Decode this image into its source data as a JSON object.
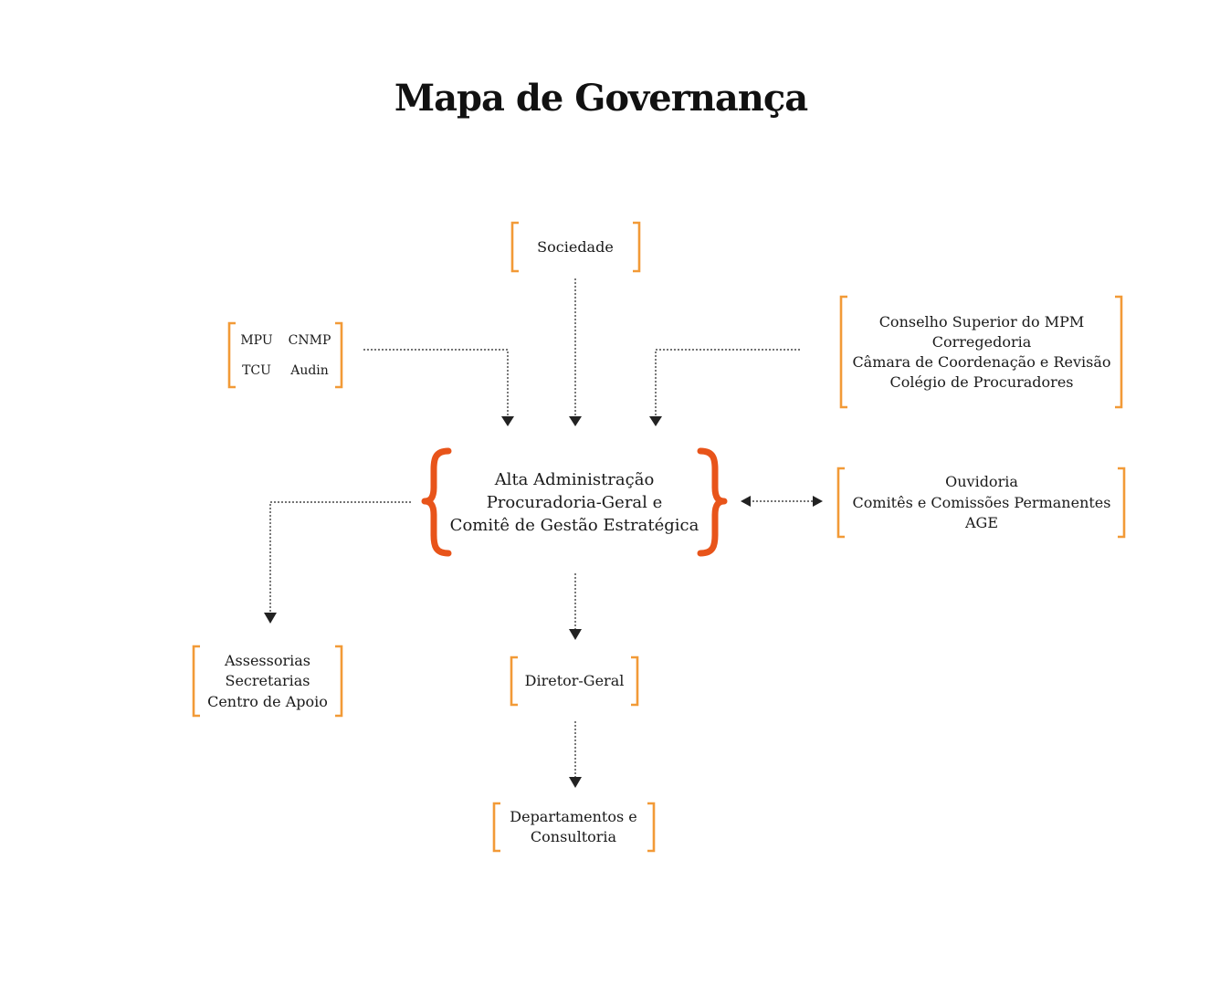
{
  "title": "Mapa de Governança",
  "colors": {
    "bracket": "#f29a37",
    "brace": "#e8541a",
    "line": "#222222"
  },
  "nodes": {
    "sociedade": {
      "lines": [
        "Sociedade"
      ]
    },
    "controle_externo": {
      "items": [
        "MPU",
        "CNMP",
        "TCU",
        "Audin"
      ]
    },
    "conselhos": {
      "lines": [
        "Conselho Superior do MPM",
        "Corregedoria",
        "Câmara de Coordenação e Revisão",
        "Colégio de Procuradores"
      ]
    },
    "alta_administracao": {
      "lines": [
        "Alta Administração",
        "Procuradoria-Geral e",
        "Comitê de Gestão Estratégica"
      ]
    },
    "ouvidoria": {
      "lines": [
        "Ouvidoria",
        "Comitês e Comissões Permanentes",
        "AGE"
      ]
    },
    "assessorias": {
      "lines": [
        "Assessorias",
        "Secretarias",
        "Centro de Apoio"
      ]
    },
    "diretor_geral": {
      "lines": [
        "Diretor-Geral"
      ]
    },
    "departamentos": {
      "lines": [
        "Departamentos e",
        "Consultoria"
      ]
    }
  }
}
